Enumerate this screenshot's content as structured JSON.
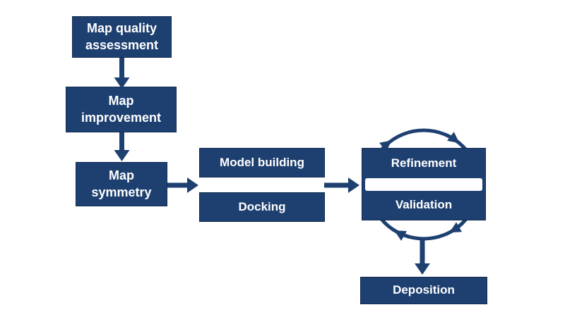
{
  "colors": {
    "canvas": "#ffffff",
    "box": "#1e4070",
    "box_text": "#ffffff",
    "arrow": "#1e4070"
  },
  "flowchart": {
    "nodes": {
      "map_quality": {
        "label": "Map quality\nassessment"
      },
      "map_improvement": {
        "label": "Map\nimprovement"
      },
      "map_symmetry": {
        "label": "Map\nsymmetry"
      },
      "model_building": {
        "label": "Model building"
      },
      "docking": {
        "label": "Docking"
      },
      "refinement": {
        "label": "Refinement"
      },
      "validation": {
        "label": "Validation"
      },
      "deposition": {
        "label": "Deposition"
      }
    },
    "edges": [
      {
        "from": "map_quality",
        "to": "map_improvement",
        "type": "arrow-down"
      },
      {
        "from": "map_improvement",
        "to": "map_symmetry",
        "type": "arrow-down"
      },
      {
        "from": "map_symmetry",
        "to": "model_building_docking",
        "type": "arrow-right"
      },
      {
        "from": "model_building_docking",
        "to": "refinement_validation",
        "type": "arrow-right"
      },
      {
        "from": "refinement",
        "to": "validation",
        "type": "clockwise-cycle"
      },
      {
        "from": "refinement_validation",
        "to": "deposition",
        "type": "arrow-down"
      }
    ]
  }
}
